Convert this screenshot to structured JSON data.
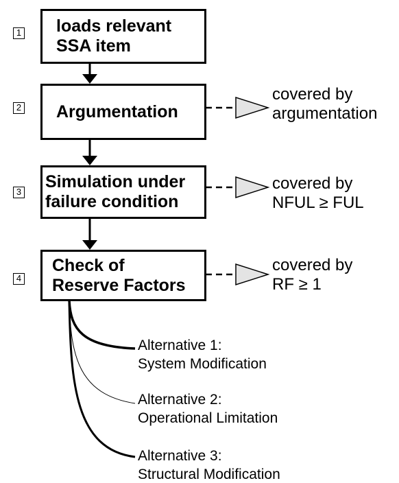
{
  "steps": [
    {
      "number": "1",
      "label": "loads relevant\nSSA item"
    },
    {
      "number": "2",
      "label": "Argumentation"
    },
    {
      "number": "3",
      "label": "Simulation under\nfailure condition"
    },
    {
      "number": "4",
      "label": "Check of\nReserve Factors"
    }
  ],
  "outcomes": [
    {
      "text": "covered by\nargumentation"
    },
    {
      "text": "covered by\nNFUL ≥ FUL"
    },
    {
      "text": "covered by\nRF ≥ 1"
    }
  ],
  "alternatives": [
    {
      "text": "Alternative 1:\nSystem Modification"
    },
    {
      "text": "Alternative 2:\nOperational Limitation"
    },
    {
      "text": "Alternative 3:\nStructural Modification"
    }
  ]
}
